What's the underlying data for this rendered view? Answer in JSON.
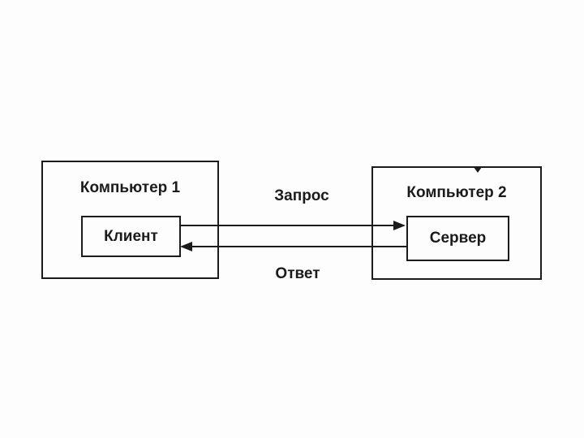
{
  "diagram": {
    "kind": "client-server-scheme",
    "nodes": [
      {
        "id": "computer1",
        "title": "Компьютер 1",
        "child": "Клиент"
      },
      {
        "id": "computer2",
        "title": "Компьютер 2",
        "child": "Сервер"
      }
    ],
    "edges": [
      {
        "label": "Запрос",
        "from": "Клиент",
        "to": "Сервер",
        "direction": "left-to-right"
      },
      {
        "label": "Ответ",
        "from": "Сервер",
        "to": "Клиент",
        "direction": "right-to-left"
      }
    ],
    "colors": {
      "background": "#fdfdfd",
      "stroke": "#1b1b1b",
      "text": "#1b1b1b"
    }
  }
}
